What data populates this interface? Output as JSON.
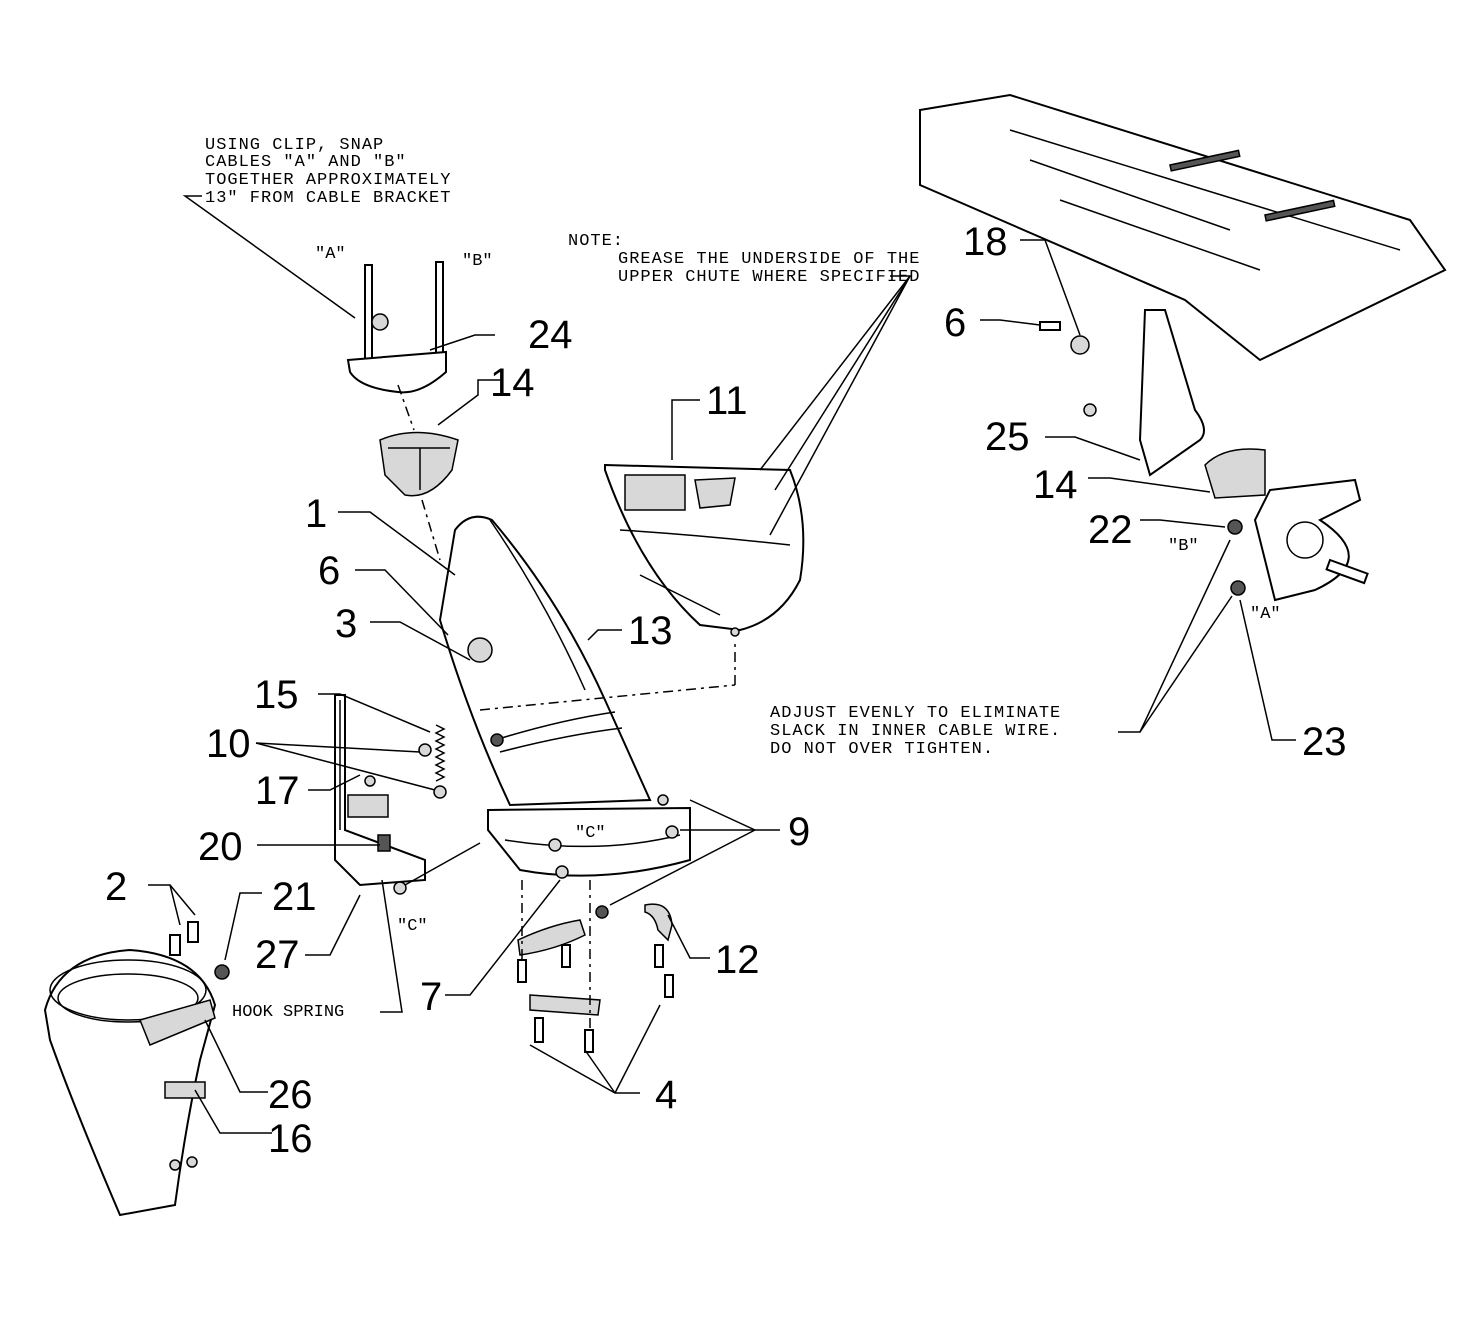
{
  "notes": {
    "clip_note": [
      "USING CLIP, SNAP",
      "CABLES \"A\" AND \"B\"",
      "TOGETHER APPROXIMATELY",
      "13\" FROM CABLE BRACKET"
    ],
    "grease_heading": "NOTE:",
    "grease_note": [
      "GREASE THE UNDERSIDE OF THE",
      "UPPER CHUTE WHERE SPECIFIED"
    ],
    "adjust_note": [
      "ADJUST EVENLY TO ELIMINATE",
      "SLACK IN INNER CABLE WIRE.",
      "DO NOT OVER TIGHTEN."
    ],
    "hook_spring": "HOOK SPRING"
  },
  "cable_tags": {
    "a_top": "\"A\"",
    "b_top": "\"B\"",
    "c_center": "\"C\"",
    "c_left": "\"C\"",
    "b_right": "\"B\"",
    "a_right": "\"A\""
  },
  "callouts": {
    "p1": "1",
    "p2": "2",
    "p3": "3",
    "p4": "4",
    "p6_left": "6",
    "p6_right": "6",
    "p7": "7",
    "p9": "9",
    "p10": "10",
    "p11": "11",
    "p12": "12",
    "p13": "13",
    "p14_left": "14",
    "p14_right": "14",
    "p15": "15",
    "p16": "16",
    "p17": "17",
    "p18": "18",
    "p20": "20",
    "p21": "21",
    "p22": "22",
    "p23": "23",
    "p24": "24",
    "p25": "25",
    "p26": "26",
    "p27": "27"
  }
}
